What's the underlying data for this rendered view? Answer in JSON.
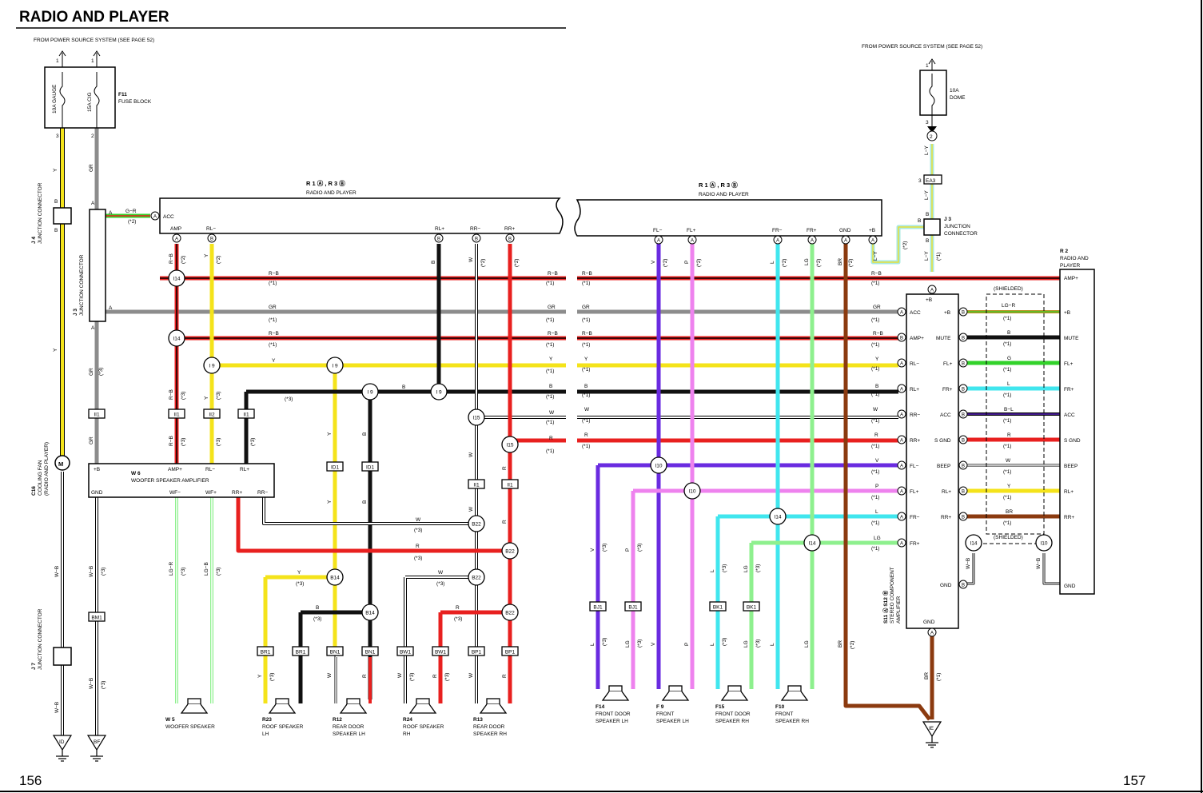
{
  "page_title": "RADIO AND PLAYER",
  "page_left": "156",
  "page_right": "157",
  "power_left": "FROM POWER SOURCE SYSTEM (SEE PAGE 52)",
  "power_right": "FROM POWER SOURCE SYSTEM (SEE PAGE 52)",
  "fuse_block": {
    "id": "F11",
    "name": "FUSE BLOCK",
    "fuse1": "10A GAUGE",
    "fuse2": "15A CIG"
  },
  "dome_fuse": {
    "label1": "10A",
    "label2": "DOME"
  },
  "radio_left": {
    "id": "R 1 Ⓐ , R 3 Ⓑ",
    "name": "RADIO AND PLAYER",
    "pins": [
      "ACC",
      "AMP",
      "RL−",
      "RL+",
      "RR−",
      "RR+"
    ]
  },
  "radio_right": {
    "id": "R 1 Ⓐ , R 3 Ⓑ",
    "name": "RADIO AND PLAYER",
    "pins": [
      "FL−",
      "FL+",
      "FR−",
      "FR+",
      "GND",
      "+B"
    ]
  },
  "j4": {
    "id": "J 4",
    "name": "JUNCTION CONNECTOR"
  },
  "j3": {
    "id": "J 3",
    "name": "JUNCTION CONNECTOR"
  },
  "j3r": {
    "id": "J 3",
    "name": "JUNCTION",
    "name2": "CONNECTOR"
  },
  "j7": {
    "id": "J 7",
    "name": "JUNCTION CONNECTOR"
  },
  "c16": {
    "id": "C16",
    "name": "COOLING FAN",
    "name2": "(RADIO AND PLAYER)"
  },
  "w6": {
    "id": "W 6",
    "name": "WOOFER SPEAKER AMPLIFIER",
    "pins": [
      "+B",
      "AMP+",
      "RL−",
      "RL+",
      "GND",
      "WF−",
      "WF+",
      "RR+",
      "RR−"
    ]
  },
  "stereo": {
    "id": "S11 Ⓐ S12 Ⓑ",
    "name": "STEREO COMPONENT",
    "name2": "AMPLIFIER",
    "left_pins": [
      "ACC",
      "AMP+",
      "RL−",
      "RL+",
      "RR−",
      "RR+",
      "FL−",
      "FL+",
      "FR−",
      "FR+"
    ],
    "right_pins": [
      "+B",
      "MUTE",
      "FL+",
      "FR+",
      "ACC",
      "S GND",
      "BEEP",
      "RL+",
      "RR+",
      "GND"
    ],
    "top": "+B",
    "bottom": "GND"
  },
  "r2": {
    "id": "R 2",
    "name": "RADIO AND",
    "name2": "PLAYER",
    "pins": [
      "AMP+",
      "+B",
      "MUTE",
      "FL+",
      "FR+",
      "ACC",
      "S GND",
      "BEEP",
      "RL+",
      "RR+",
      "GND"
    ]
  },
  "shielded": "(SHIELDED)",
  "speakers": [
    {
      "id": "W 5",
      "name": "WOOFER SPEAKER",
      "name2": ""
    },
    {
      "id": "R23",
      "name": "ROOF SPEAKER",
      "name2": "LH"
    },
    {
      "id": "R12",
      "name": "REAR DOOR",
      "name2": "SPEAKER LH"
    },
    {
      "id": "R24",
      "name": "ROOF SPEAKER",
      "name2": "RH"
    },
    {
      "id": "R13",
      "name": "REAR DOOR",
      "name2": "SPEAKER RH"
    },
    {
      "id": "F14",
      "name": "FRONT DOOR",
      "name2": "SPEAKER LH"
    },
    {
      "id": "F 9",
      "name": "FRONT",
      "name2": "SPEAKER LH"
    },
    {
      "id": "F15",
      "name": "FRONT DOOR",
      "name2": "SPEAKER RH"
    },
    {
      "id": "F10",
      "name": "FRONT",
      "name2": "SPEAKER RH"
    }
  ],
  "grounds": [
    "ID",
    "BF",
    "IE"
  ],
  "colors": {
    "yellow": "#f4e31a",
    "gray": "#8c8c8c",
    "red": "#e8201f",
    "black": "#111111",
    "violet": "#6a2be0",
    "pink": "#ee82ee",
    "cyan": "#40e6ee",
    "lgreen": "#8ef08e",
    "brown": "#8b3a0f",
    "green": "#32d22a",
    "ly": "#a9e8e0"
  }
}
